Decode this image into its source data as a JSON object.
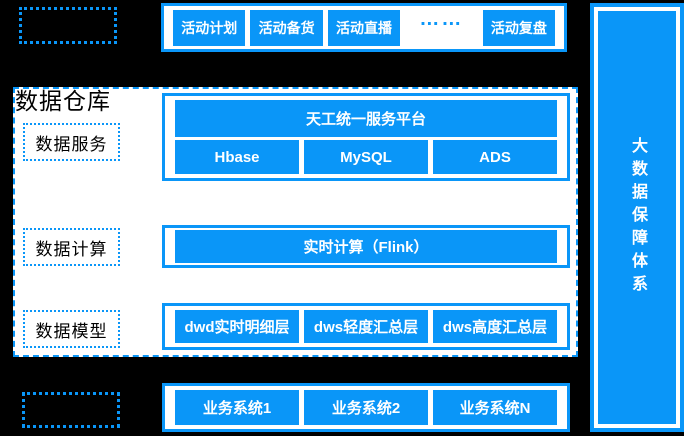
{
  "colors": {
    "accent": "#0a96f8",
    "page_bg": "#000000",
    "panel_bg": "#ffffff",
    "text_on_accent": "#ffffff",
    "text_dark": "#000000"
  },
  "activity_flow": {
    "items": [
      {
        "label": "活动计划",
        "type": "box"
      },
      {
        "label": "活动备货",
        "type": "box"
      },
      {
        "label": "活动直播",
        "type": "box"
      },
      {
        "label": "……",
        "type": "dots"
      },
      {
        "label": "活动复盘",
        "type": "box"
      }
    ]
  },
  "warehouse": {
    "title": "数据仓库",
    "rows": [
      {
        "label": "数据服务"
      },
      {
        "label": "数据计算"
      },
      {
        "label": "数据模型"
      }
    ],
    "service": {
      "platform": "天工统一服务平台",
      "stores": [
        "Hbase",
        "MySQL",
        "ADS"
      ]
    },
    "compute": {
      "engine": "实时计算（Flink）"
    },
    "model": {
      "layers": [
        "dwd实时明细层",
        "dws轻度汇总层",
        "dws高度汇总层"
      ]
    }
  },
  "business_systems": {
    "items": [
      "业务系统1",
      "业务系统2",
      "业务系统N"
    ]
  },
  "guarantee": {
    "label": "大数据保障体系"
  }
}
